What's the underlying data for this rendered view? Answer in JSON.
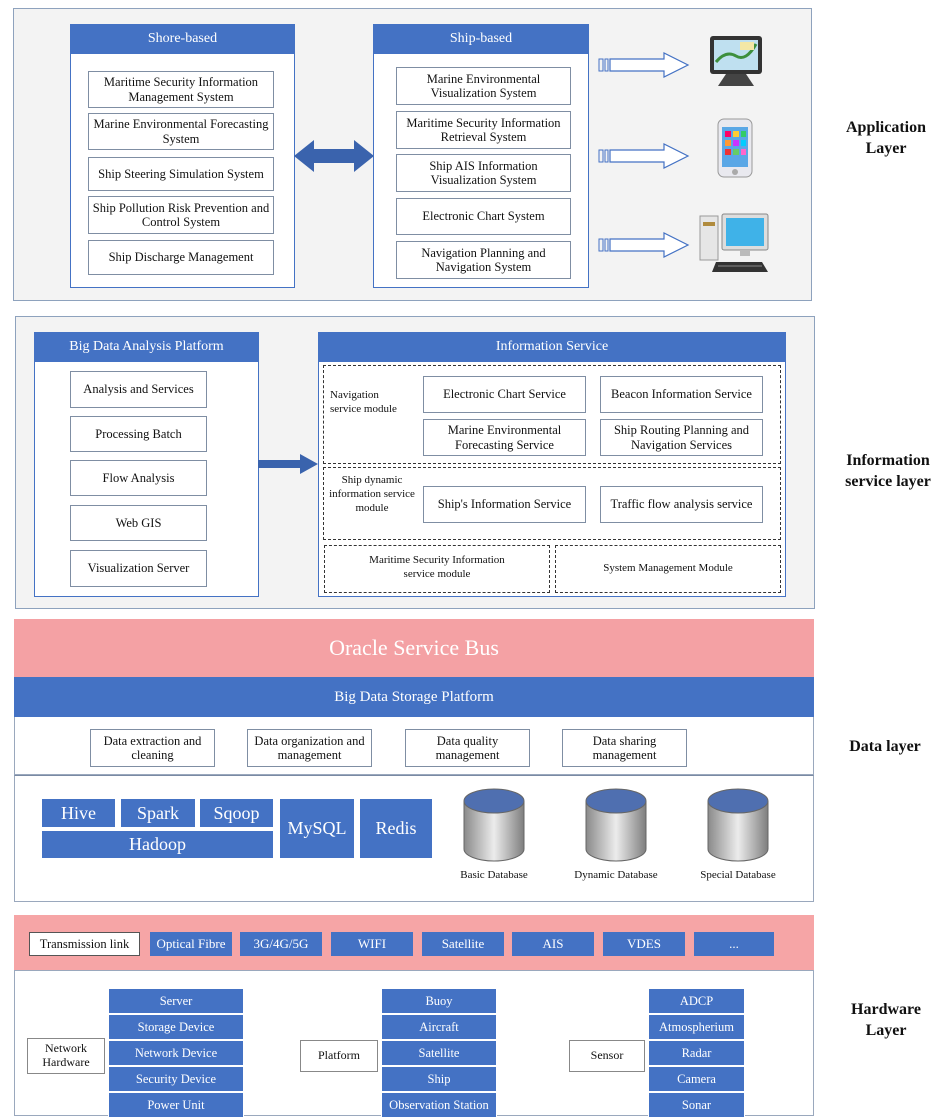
{
  "application_layer": {
    "label": "Application Layer",
    "shore_based": {
      "title": "Shore-based",
      "items": [
        "Maritime Security  Information Management System",
        "Marine Environmental Forecasting System",
        "Ship Steering Simulation System",
        "Ship Pollution Risk Prevention and Control System",
        "Ship Discharge Management"
      ]
    },
    "ship_based": {
      "title": "Ship-based",
      "items": [
        "Marine Environmental Visualization System",
        "Maritime Security Information Retrieval System",
        "Ship AIS Information Visualization System",
        "Electronic Chart System",
        "Navigation Planning and Navigation System"
      ]
    },
    "devices": [
      "chart-terminal-icon",
      "smartphone-icon",
      "desktop-computer-icon"
    ]
  },
  "information_layer": {
    "label": "Information service layer",
    "big_data_analysis": {
      "title": "Big Data Analysis Platform",
      "items": [
        "Analysis and Services",
        "Processing Batch",
        "Flow Analysis",
        "Web GIS",
        "Visualization Server"
      ]
    },
    "information_service": {
      "title": "Information Service",
      "navigation_module": {
        "label": "Navigation service module",
        "items": [
          "Electronic Chart Service",
          "Beacon Information Service",
          "Marine Environmental Forecasting Service",
          "Ship Routing Planning and Navigation Services"
        ]
      },
      "dynamic_module": {
        "label": "Ship dynamic information service module",
        "items": [
          "Ship's Information Service",
          "Traffic flow analysis service"
        ]
      },
      "maritime_module": "Maritime Security Information service module",
      "system_module": "System Management Module"
    }
  },
  "data_layer": {
    "label": "Data layer",
    "bus": "Oracle Service Bus",
    "storage_title": "Big Data Storage Platform",
    "processes": [
      "Data extraction and cleaning",
      "Data organization and management",
      "Data quality management",
      "Data sharing management"
    ],
    "tech": {
      "hive": "Hive",
      "spark": "Spark",
      "sqoop": "Sqoop",
      "hadoop": "Hadoop",
      "mysql": "MySQL",
      "redis": "Redis"
    },
    "databases": [
      "Basic Database",
      "Dynamic Database",
      "Special Database"
    ]
  },
  "hardware_layer": {
    "label": "Hardware Layer",
    "transmission": {
      "label": "Transmission link",
      "items": [
        "Optical Fibre",
        "3G/4G/5G",
        "WIFI",
        "Satellite",
        "AIS",
        "VDES",
        "..."
      ]
    },
    "network_hardware": {
      "label": "Network Hardware",
      "items": [
        "Server",
        "Storage Device",
        "Network Device",
        "Security Device",
        "Power Unit"
      ]
    },
    "platform": {
      "label": "Platform",
      "items": [
        "Buoy",
        "Aircraft",
        "Satellite",
        "Ship",
        "Observation Station"
      ]
    },
    "sensor": {
      "label": "Sensor",
      "items": [
        "ADCP",
        "Atmospherium",
        "Radar",
        "Camera",
        "Sonar"
      ]
    }
  },
  "colors": {
    "header_blue": "#4472c4",
    "panel_gray": "#f3f3f3",
    "bus_pink": "#f4a1a4",
    "transmission_pink": "#f6a5a6"
  }
}
